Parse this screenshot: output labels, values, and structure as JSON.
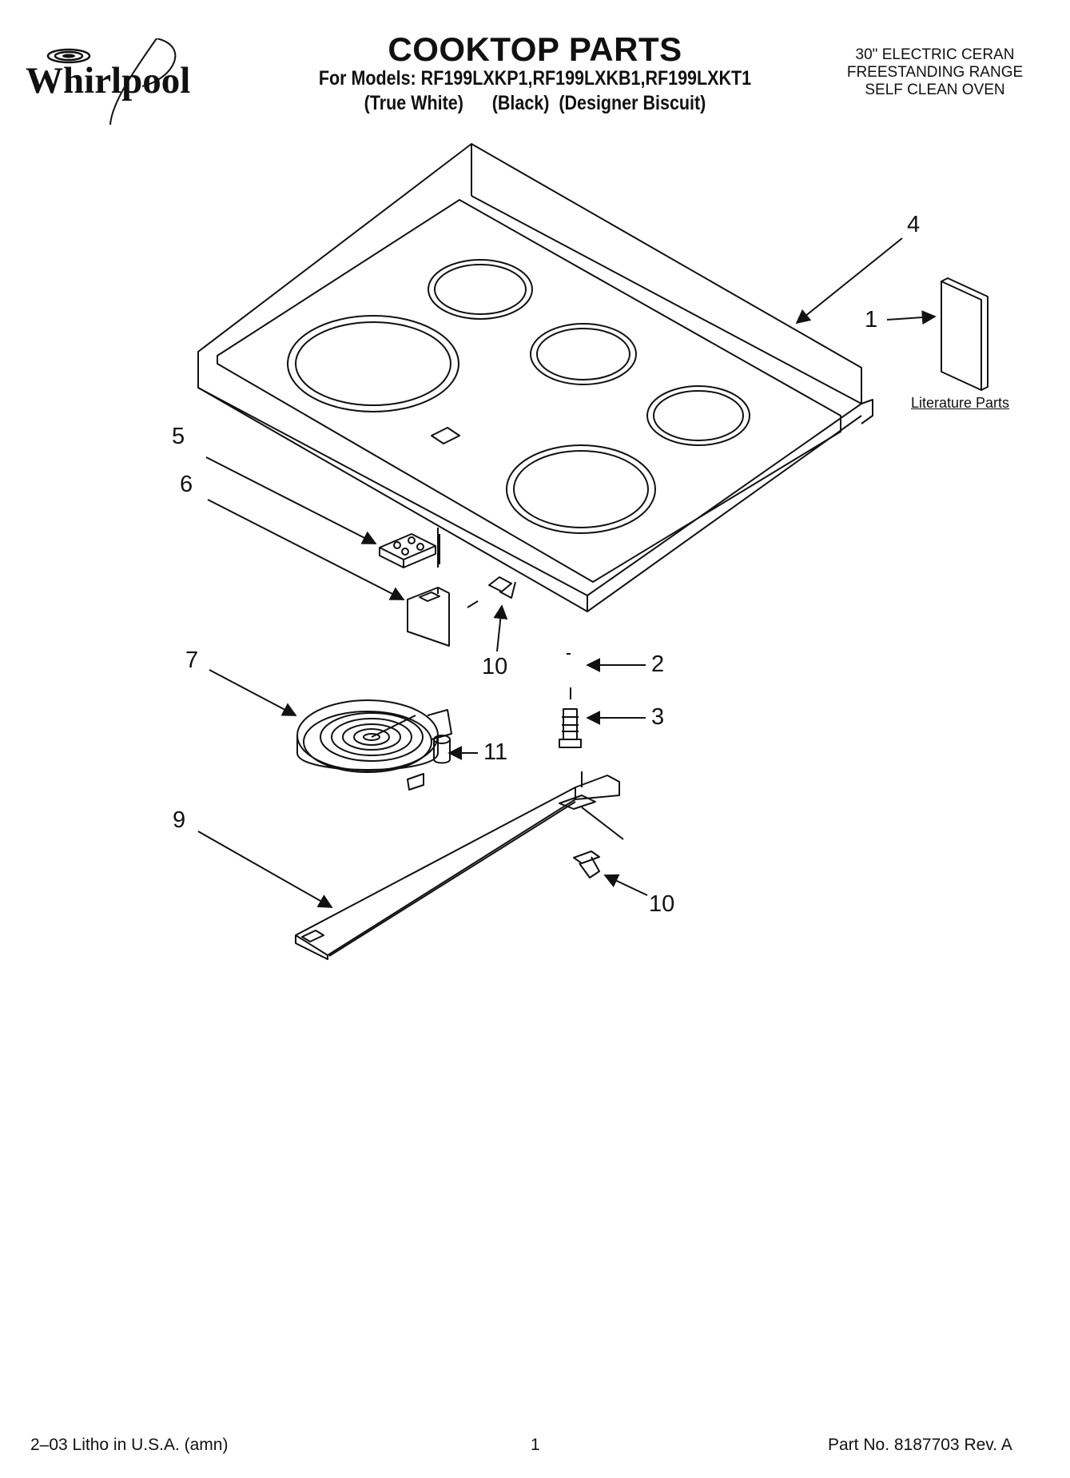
{
  "header": {
    "brand": "Whirlpool",
    "title": "COOKTOP PARTS",
    "models_line": "For Models: RF199LXKP1,RF199LXKB1,RF199LXKT1",
    "finishes_line": "(True White)      (Black)  (Designer Biscuit)",
    "product_lines": [
      "30\" ELECTRIC CERAN",
      "FREESTANDING RANGE",
      "SELF CLEAN OVEN"
    ]
  },
  "callouts": {
    "c1": "1",
    "c2": "2",
    "c3": "3",
    "c4": "4",
    "c5": "5",
    "c6": "6",
    "c7": "7",
    "c9": "9",
    "c10a": "10",
    "c10b": "10",
    "c11": "11"
  },
  "literature_label": "Literature Parts",
  "footer": {
    "left": "2–03 Litho in U.S.A. (amn)",
    "page": "1",
    "part_no": "Part No. 8187703 Rev. A"
  },
  "colors": {
    "ink": "#111111",
    "paper": "#ffffff"
  }
}
